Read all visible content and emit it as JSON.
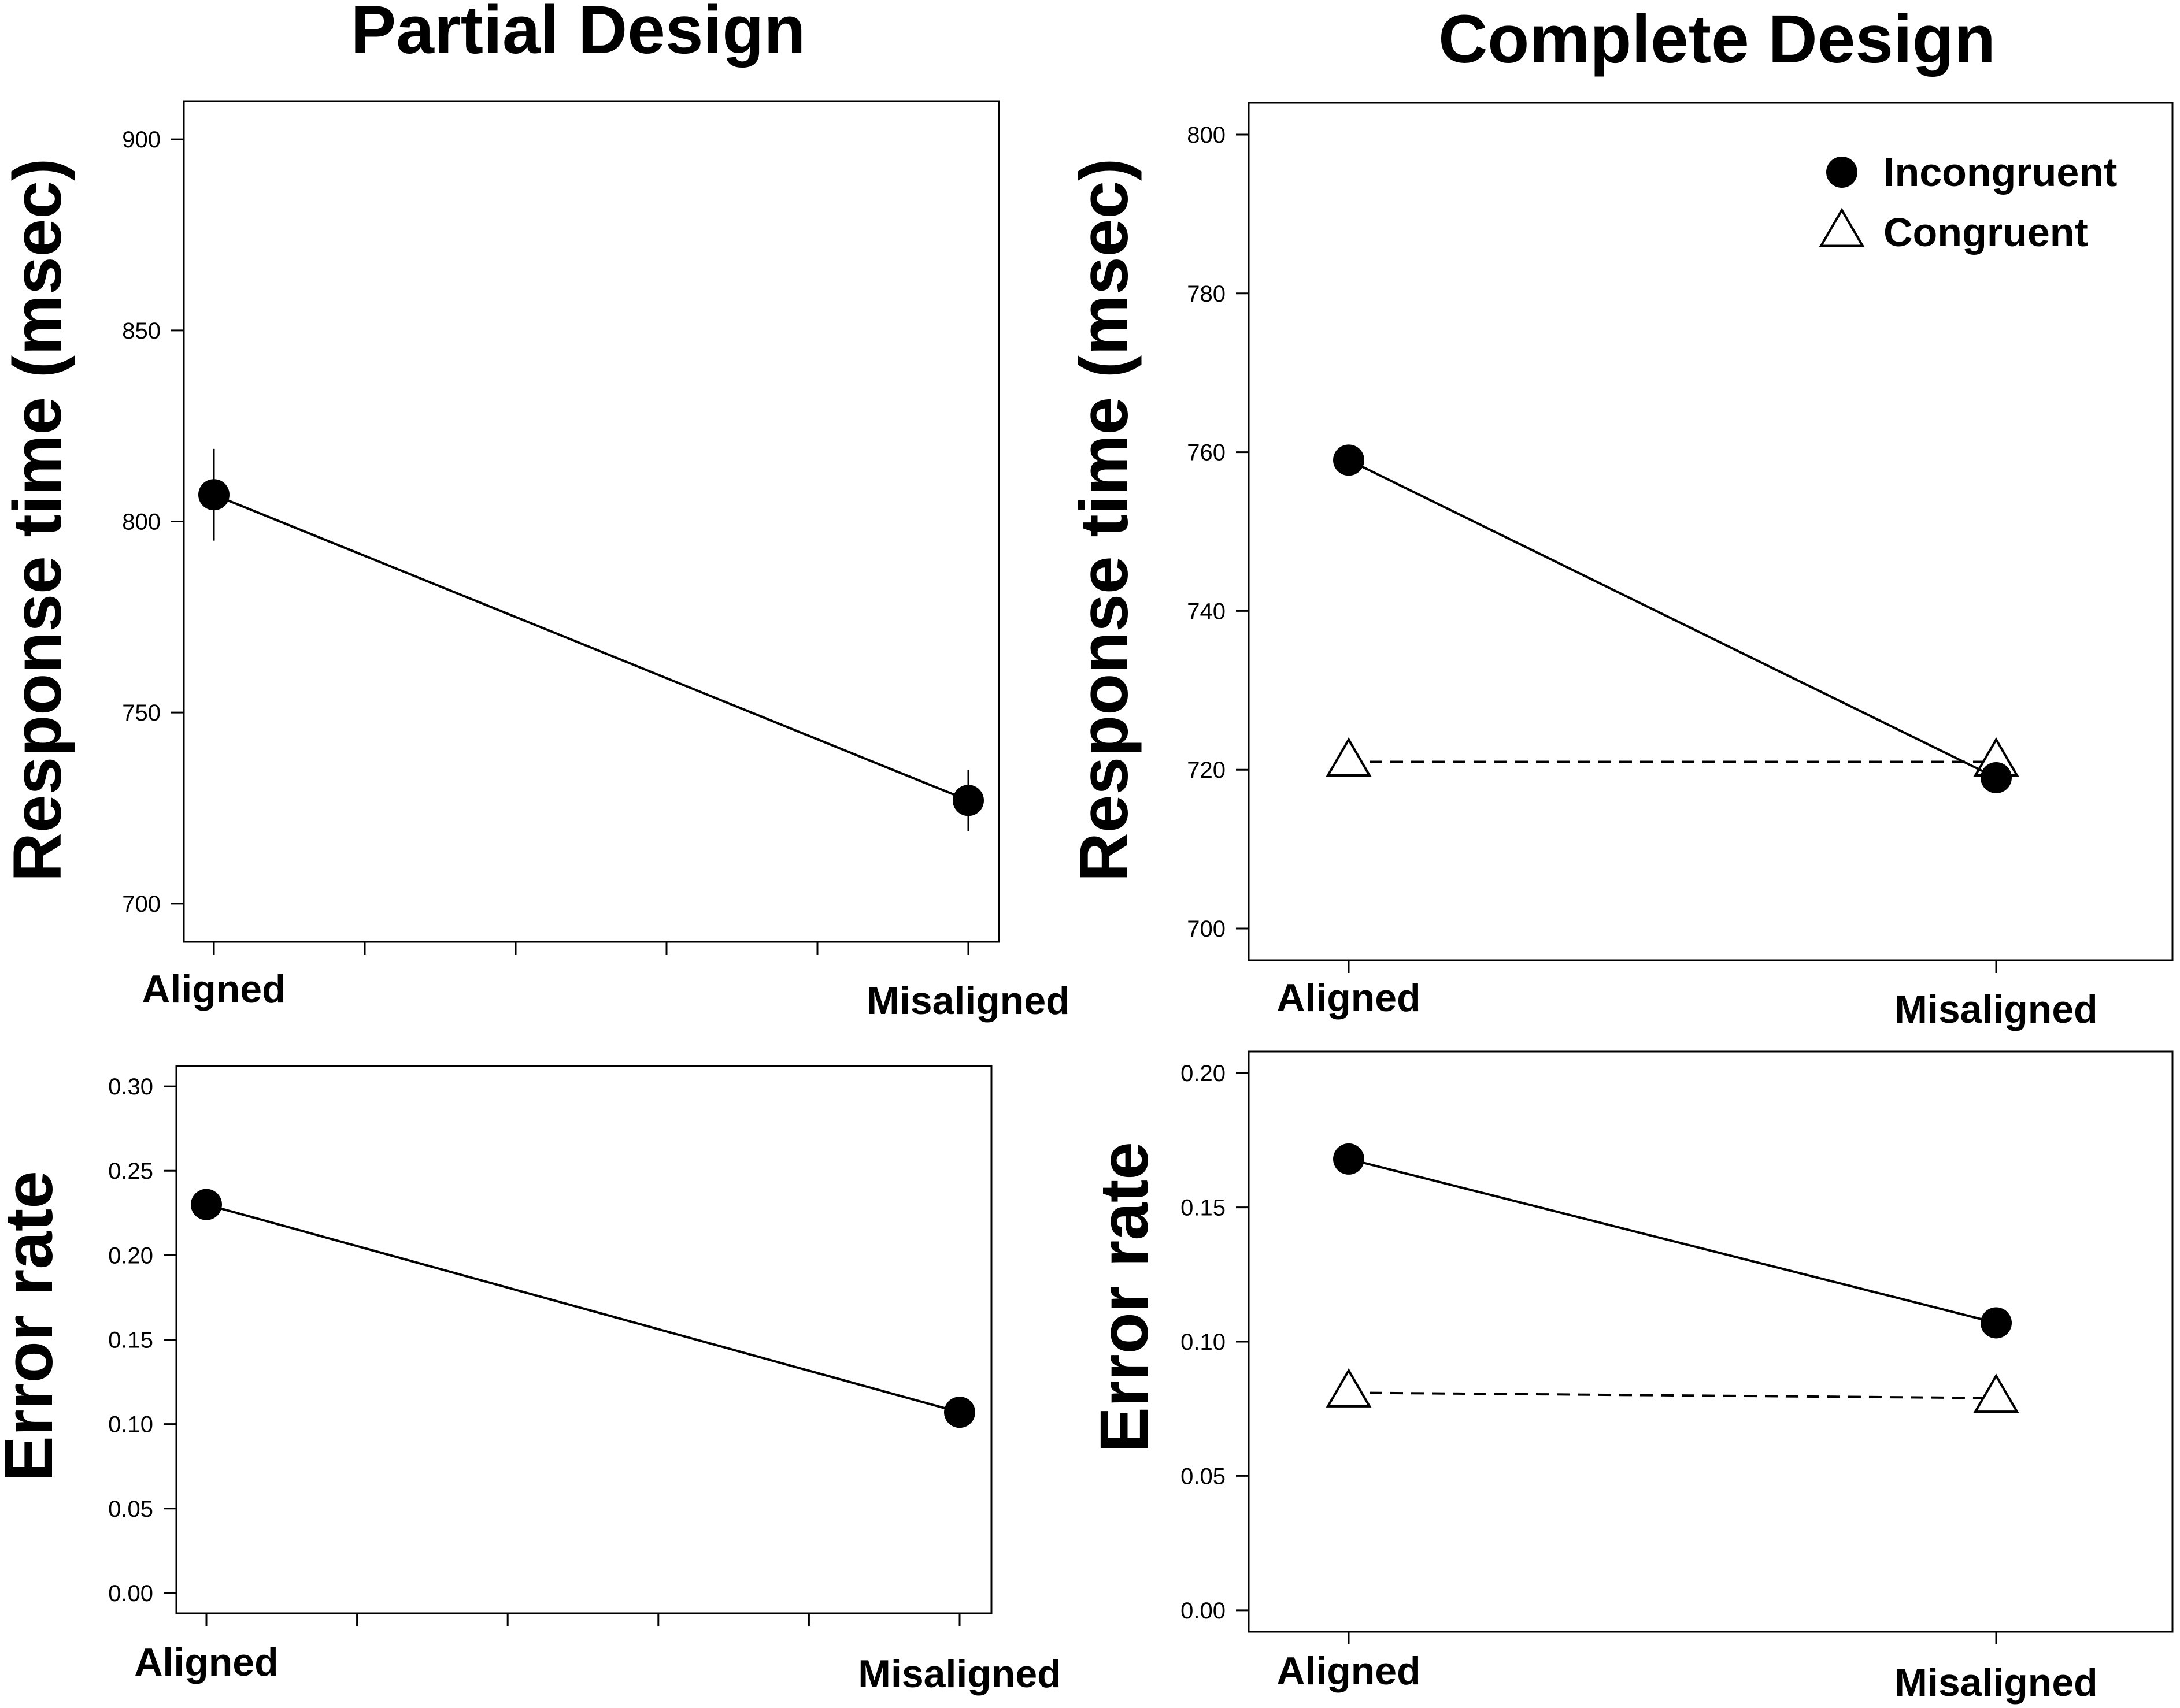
{
  "column_titles": [
    "Partial Design",
    "Complete Design"
  ],
  "colors": {
    "ink": "#000000",
    "background": "#ffffff"
  },
  "chart_data": [
    {
      "id": "partial-rt",
      "type": "line",
      "title": "Partial Design",
      "xlabel": "",
      "ylabel": "Response time (msec)",
      "categories": [
        "Aligned",
        "Misaligned"
      ],
      "ylim": [
        690,
        910
      ],
      "yticks": [
        700,
        750,
        800,
        850,
        900
      ],
      "minor_x_ticks": true,
      "grid": false,
      "series": [
        {
          "key": "incongruent",
          "marker": "filled-circle",
          "line": "solid",
          "values": [
            807,
            727
          ],
          "error": [
            12,
            8
          ]
        }
      ]
    },
    {
      "id": "complete-rt",
      "type": "line",
      "title": "Complete Design",
      "xlabel": "",
      "ylabel": "Response time (msec)",
      "categories": [
        "Aligned",
        "Misaligned"
      ],
      "ylim": [
        696,
        804
      ],
      "yticks": [
        700,
        720,
        740,
        760,
        780,
        800
      ],
      "minor_x_ticks": false,
      "grid": false,
      "legend": {
        "position": "top-right",
        "entries": [
          {
            "label": "Incongruent",
            "marker": "filled-circle"
          },
          {
            "label": "Congruent",
            "marker": "open-triangle"
          }
        ]
      },
      "series": [
        {
          "name": "Incongruent",
          "marker": "filled-circle",
          "line": "solid",
          "values": [
            759,
            719
          ]
        },
        {
          "name": "Congruent",
          "marker": "open-triangle",
          "line": "dashed",
          "values": [
            721,
            721
          ]
        }
      ]
    },
    {
      "id": "partial-er",
      "type": "line",
      "title": "",
      "xlabel": "",
      "ylabel": "Error rate",
      "categories": [
        "Aligned",
        "Misaligned"
      ],
      "ylim": [
        -0.012,
        0.312
      ],
      "yticks": [
        0.0,
        0.05,
        0.1,
        0.15,
        0.2,
        0.25,
        0.3
      ],
      "minor_x_ticks": true,
      "grid": false,
      "series": [
        {
          "key": "incongruent",
          "marker": "filled-circle",
          "line": "solid",
          "values": [
            0.23,
            0.107
          ]
        }
      ]
    },
    {
      "id": "complete-er",
      "type": "line",
      "title": "",
      "xlabel": "",
      "ylabel": "Error rate",
      "categories": [
        "Aligned",
        "Misaligned"
      ],
      "ylim": [
        -0.008,
        0.208
      ],
      "yticks": [
        0.0,
        0.05,
        0.1,
        0.15,
        0.2
      ],
      "minor_x_ticks": false,
      "grid": false,
      "series": [
        {
          "key": "incongruent",
          "marker": "filled-circle",
          "line": "solid",
          "values": [
            0.168,
            0.107
          ]
        },
        {
          "key": "congruent",
          "marker": "open-triangle",
          "line": "dashed",
          "values": [
            0.081,
            0.079
          ]
        }
      ]
    }
  ]
}
